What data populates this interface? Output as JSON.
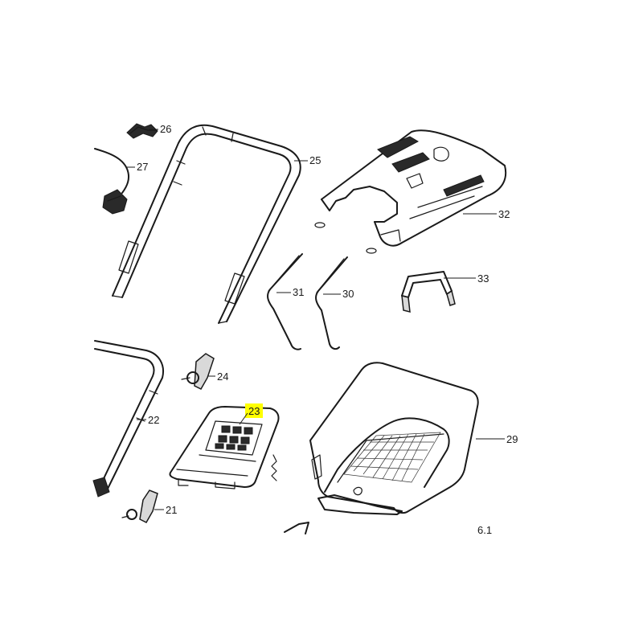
{
  "callouts": {
    "c21": "21",
    "c22": "22",
    "c23": "23",
    "c24": "24",
    "c25": "25",
    "c26": "26",
    "c27": "27",
    "c29": "29",
    "c30": "30",
    "c31": "31",
    "c32": "32",
    "c33": "33",
    "page_ref": "6.1"
  },
  "colors": {
    "line": "#1a1a1a",
    "highlight": "#ffff00",
    "background": "#ffffff"
  }
}
